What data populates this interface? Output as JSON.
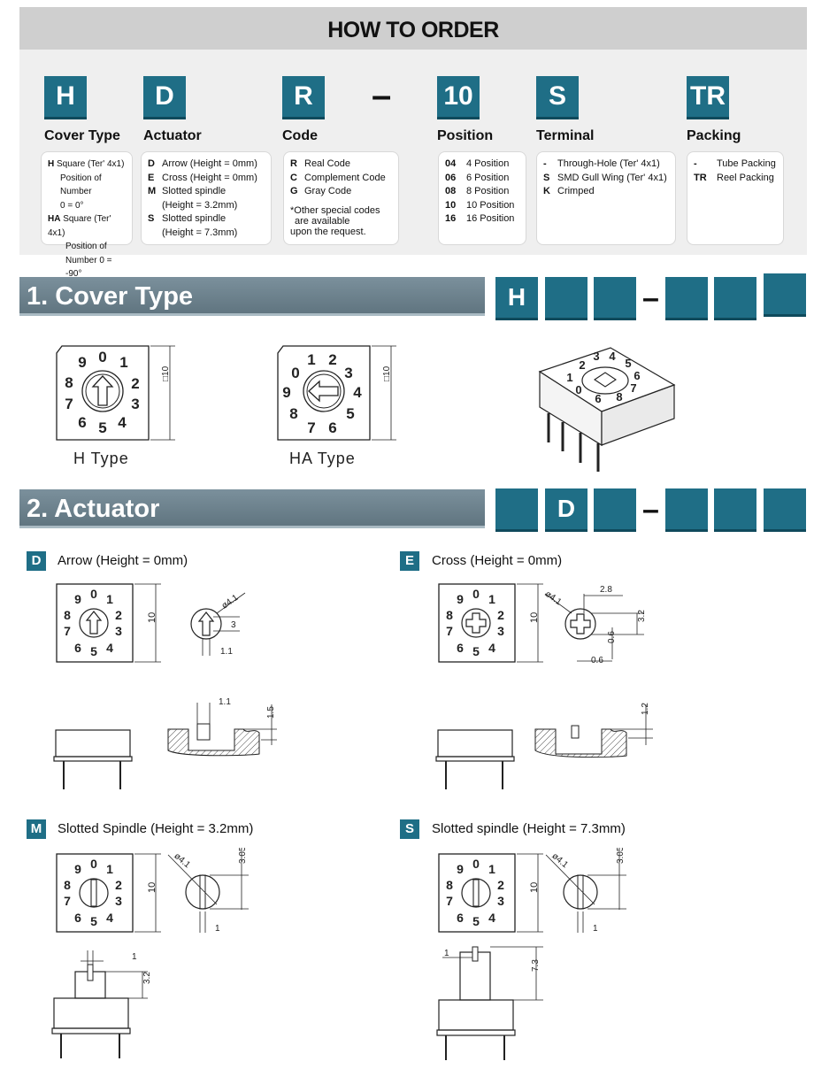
{
  "order": {
    "title": "HOW TO ORDER",
    "codes": [
      {
        "code": "H",
        "label": "Cover Type"
      },
      {
        "code": "D",
        "label": "Actuator"
      },
      {
        "code": "R",
        "label": "Code"
      },
      {
        "code": "10",
        "label": "Position"
      },
      {
        "code": "S",
        "label": "Terminal"
      },
      {
        "code": "TR",
        "label": "Packing"
      }
    ],
    "separator": "–",
    "cover": {
      "h_key": "H",
      "h_line1": "Square (Ter' 4x1)",
      "h_line2": "Position of Number",
      "h_line3": "0 = 0°",
      "ha_key": "HA",
      "ha_line1": "Square (Ter' 4x1)",
      "ha_line2": "Position of",
      "ha_line3": "Number 0 = -90°"
    },
    "actuator": [
      {
        "k": "D",
        "v": "Arrow (Height = 0mm)",
        "v2": ""
      },
      {
        "k": "E",
        "v": "Cross (Height = 0mm)",
        "v2": ""
      },
      {
        "k": "M",
        "v": "Slotted spindle",
        "v2": "(Height = 3.2mm)"
      },
      {
        "k": "S",
        "v": "Slotted spindle",
        "v2": "(Height = 7.3mm)"
      }
    ],
    "code_items": [
      {
        "k": "R",
        "v": "Real Code"
      },
      {
        "k": "C",
        "v": "Complement Code"
      },
      {
        "k": "G",
        "v": "Gray Code"
      }
    ],
    "code_note1": "*Other special codes",
    "code_note2": "are available",
    "code_note3": "upon the request.",
    "positions": [
      {
        "k": "04",
        "v": "4 Position"
      },
      {
        "k": "06",
        "v": "6 Position"
      },
      {
        "k": "08",
        "v": "8 Position"
      },
      {
        "k": "10",
        "v": "10 Position"
      },
      {
        "k": "16",
        "v": "16 Position"
      }
    ],
    "terminal": [
      {
        "k": "-",
        "v": "Through-Hole (Ter' 4x1)"
      },
      {
        "k": "S",
        "v": "SMD Gull Wing (Ter' 4x1)"
      },
      {
        "k": "K",
        "v": "Crimped"
      }
    ],
    "packing": [
      {
        "k": "-",
        "v": "Tube Packing"
      },
      {
        "k": "TR",
        "v": "Reel Packing"
      }
    ]
  },
  "section1": {
    "title": "1. Cover Type",
    "tiles": [
      "H",
      "",
      "",
      "",
      "",
      ""
    ],
    "h_label": "H Type",
    "ha_label": "HA Type",
    "dim": "□10"
  },
  "section2": {
    "title": "2. Actuator",
    "tiles": [
      "",
      "D",
      "",
      "",
      "",
      ""
    ],
    "d_key": "D",
    "d_title": "Arrow (Height = 0mm)",
    "e_key": "E",
    "e_title": "Cross (Height = 0mm)",
    "m_key": "M",
    "m_title": "Slotted Spindle (Height = 3.2mm)",
    "s_key": "S",
    "s_title": "Slotted spindle (Height = 7.3mm)",
    "dims": {
      "ten": "10",
      "d41": "ø4.1",
      "three": "3",
      "one1": "1.1",
      "one5": "1.5",
      "two8": "2.8",
      "three2": "3.2",
      "zero6": "0.6",
      "one2": "1.2",
      "three05": "3.05",
      "one": "1",
      "seven3": "7.3"
    }
  }
}
